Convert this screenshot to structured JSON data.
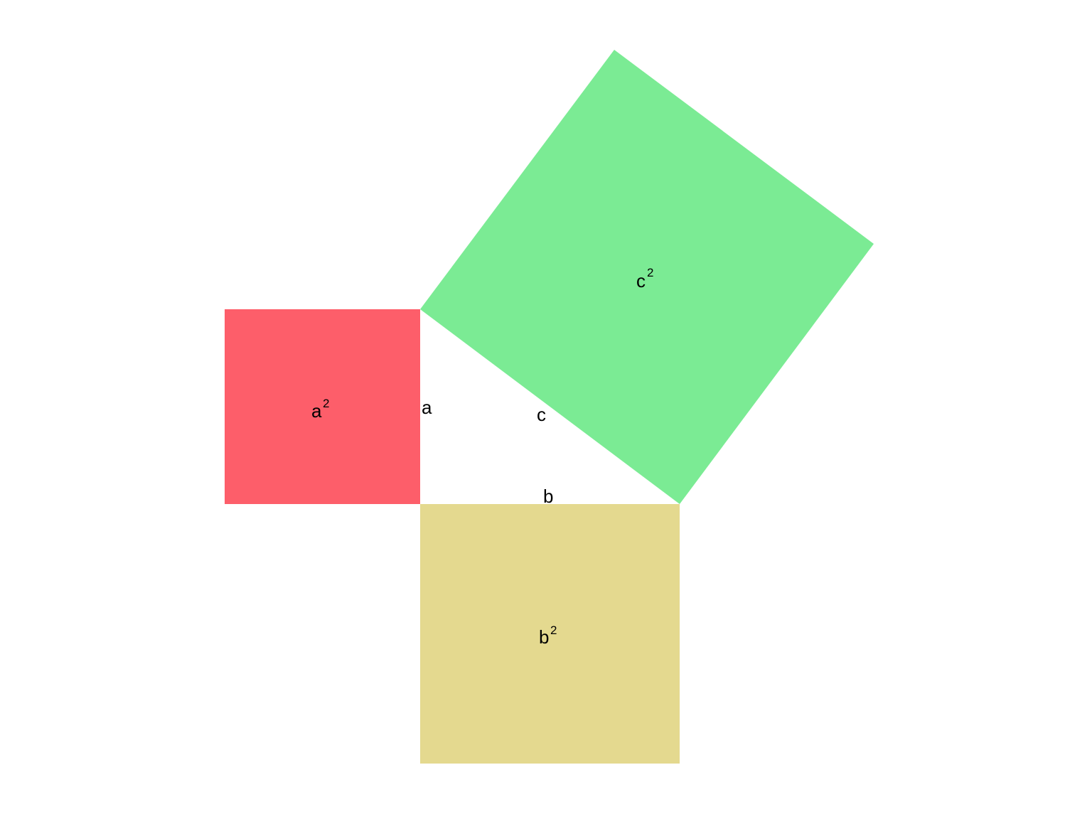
{
  "diagram": {
    "colors": {
      "square_a": "#fd5e6a",
      "square_b": "#e4d98f",
      "square_c": "#7beb94",
      "background": "#ffffff",
      "text": "#000000"
    },
    "labels": {
      "side_a": "a",
      "side_b": "b",
      "side_c": "c",
      "square_a_base": "a",
      "square_b_base": "b",
      "square_c_base": "c",
      "exponent": "2"
    }
  }
}
